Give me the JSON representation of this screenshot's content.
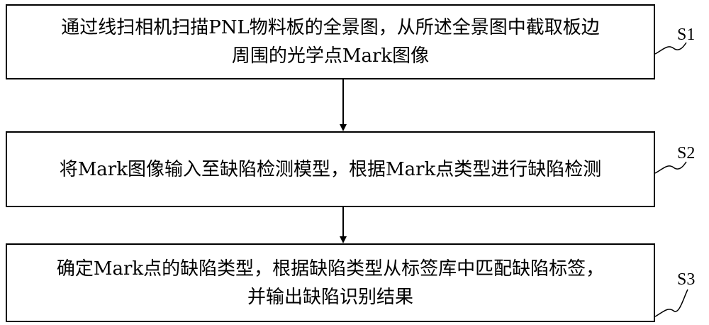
{
  "steps": [
    {
      "label": "S1",
      "lines": [
        "通过线扫相机扫描PNL物料板的全景图，从所述全景图中截取板边",
        "周围的光学点Mark图像"
      ]
    },
    {
      "label": "S2",
      "lines": [
        "将Mark图像输入至缺陷检测模型，根据Mark点类型进行缺陷检测"
      ]
    },
    {
      "label": "S3",
      "lines": [
        "确定Mark点的缺陷类型，根据缺陷类型从标签库中匹配缺陷标签，",
        "并输出缺陷识别结果"
      ]
    }
  ]
}
